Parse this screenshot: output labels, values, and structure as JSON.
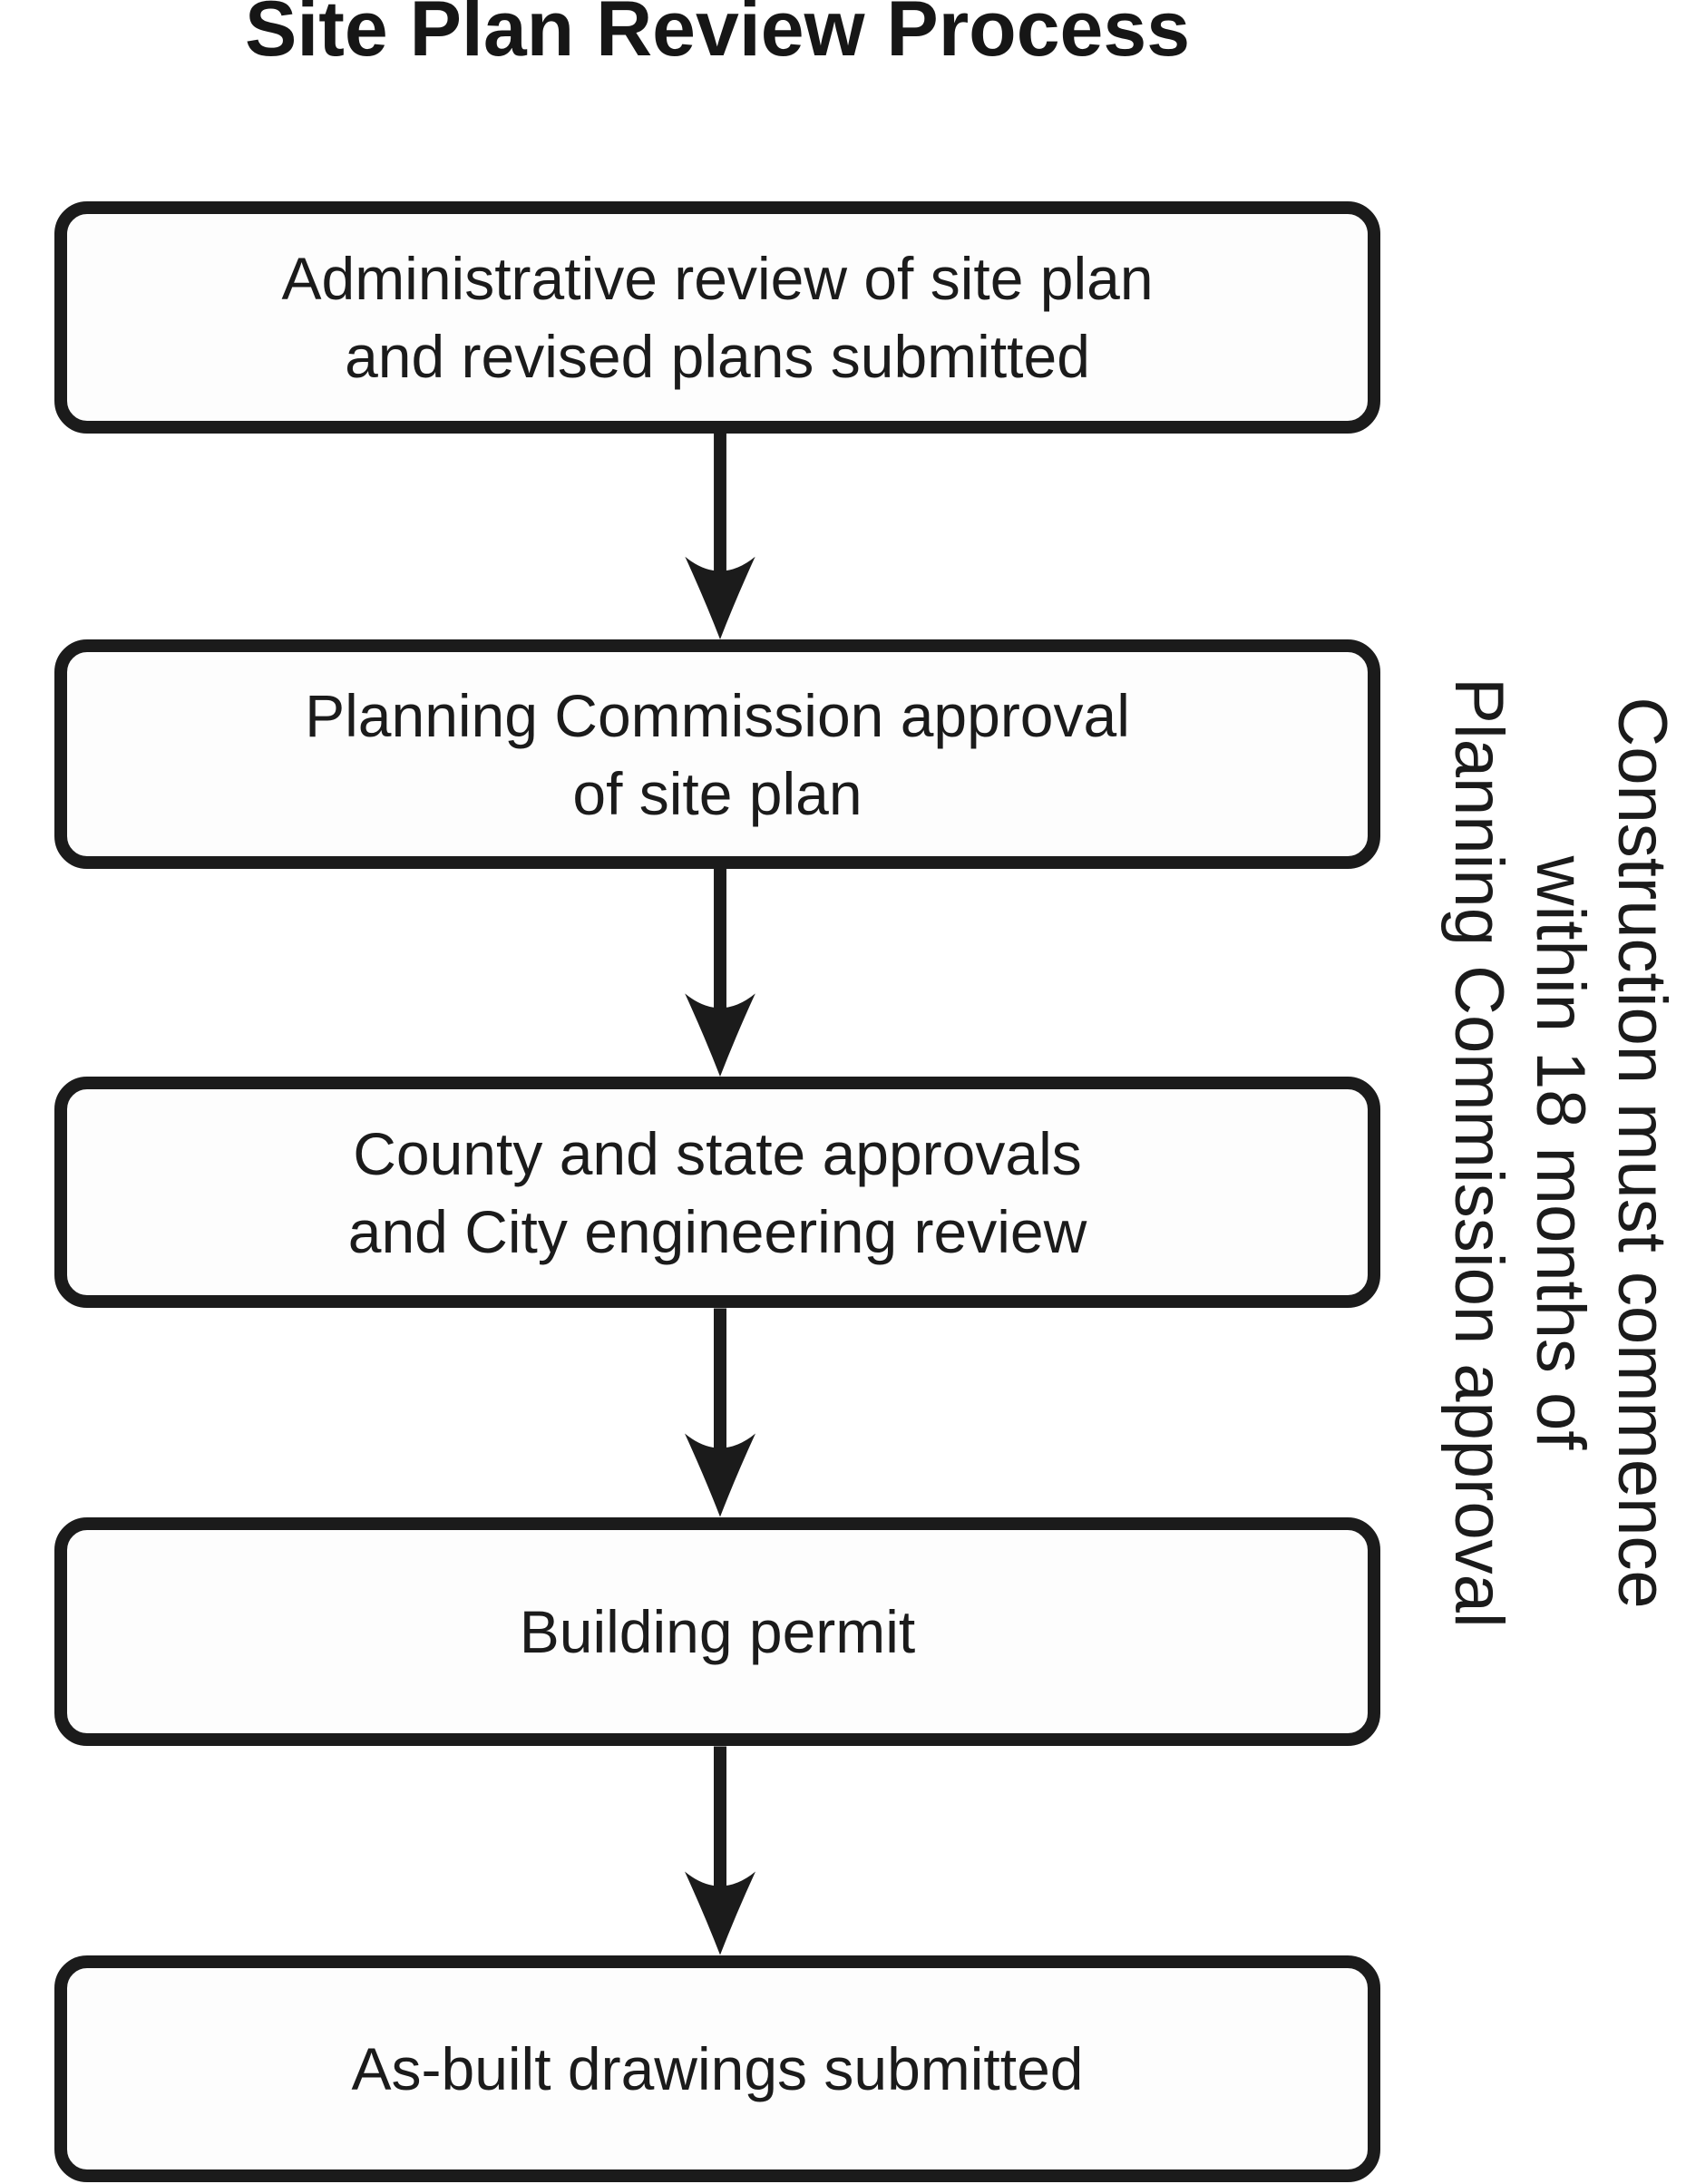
{
  "title": "Site Plan Review Process",
  "flowchart": {
    "steps": [
      {
        "id": "administrative-review",
        "text": "Administrative review of site plan\nand revised plans submitted"
      },
      {
        "id": "planning-commission-approval",
        "text": "Planning Commission approval\nof site plan"
      },
      {
        "id": "county-state-approvals",
        "text": "County and state approvals\nand City engineering review"
      },
      {
        "id": "building-permit",
        "text": "Building permit"
      },
      {
        "id": "as-built-drawings",
        "text": "As-built drawings submitted"
      }
    ],
    "connector_icon": "arrow-down-icon",
    "annotation": "Construction must commence\nwithin 18 months of\nPlanning Commission approval"
  },
  "colors": {
    "ink": "#1b1b1b",
    "background": "#ffffff",
    "box_fill": "#fdfdfd"
  }
}
